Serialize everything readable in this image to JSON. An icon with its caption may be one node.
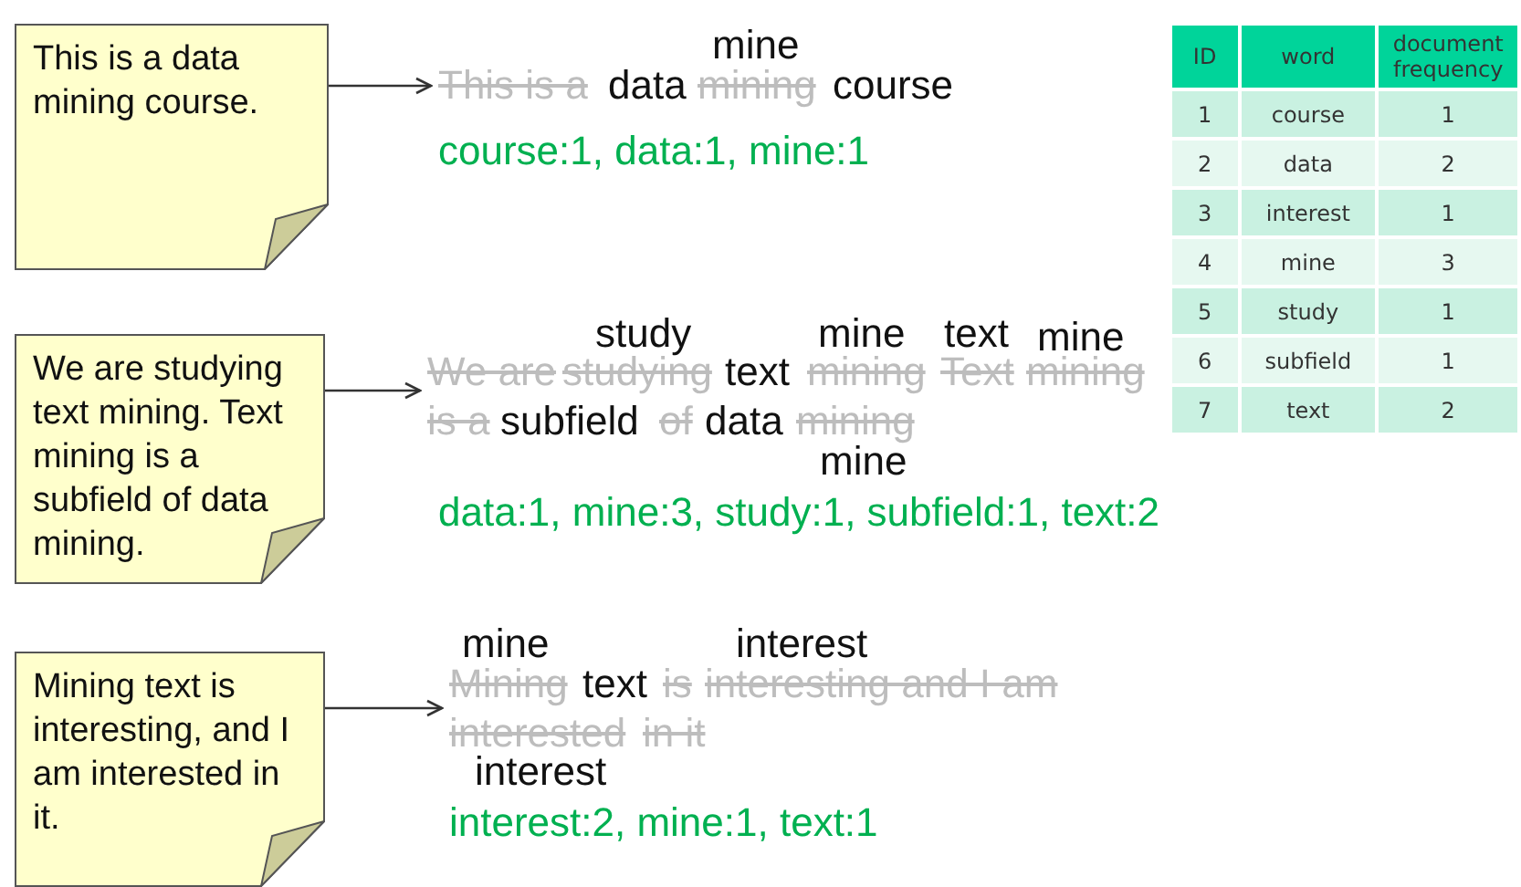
{
  "diagram": {
    "nodes": [
      {
        "text": [
          "This is a data mining course."
        ]
      },
      {
        "text": [
          "We are studying text mining. Text mining is a subfield of data mining."
        ]
      },
      {
        "text": [
          "Mining text is interesting, and I am interested in it."
        ]
      },
      {
        "text": [
          "This is a",
          "data",
          "mining",
          "course"
        ]
      },
      {
        "text": [
          "We are",
          "studying",
          "text",
          "mining",
          "Text",
          "mining",
          "is a",
          "subfield",
          "of",
          "data",
          "mining"
        ]
      },
      {
        "text": [
          "Mining",
          "text",
          "is",
          "interesting and I am",
          "interested",
          "in it"
        ]
      }
    ],
    "edges": [
      {
        "from": 0,
        "to": 3,
        "arrow": "to"
      },
      {
        "from": 1,
        "to": 4,
        "arrow": "to"
      },
      {
        "from": 2,
        "to": 5,
        "arrow": "to"
      }
    ],
    "labels": [
      "mine",
      "course:1, data:1, mine:1",
      "study",
      "mine",
      "text",
      "mine",
      "mine",
      "data:1, mine:3, study:1, subfield:1, text:2",
      "mine",
      "interest",
      "interest",
      "interest:2, mine:1, text:1",
      "ID",
      "word",
      "document frequency",
      "1",
      "course",
      "1",
      "2",
      "data",
      "2",
      "3",
      "interest",
      "1",
      "4",
      "mine",
      "3",
      "5",
      "study",
      "1",
      "6",
      "subfield",
      "1",
      "7",
      "text",
      "2"
    ]
  }
}
